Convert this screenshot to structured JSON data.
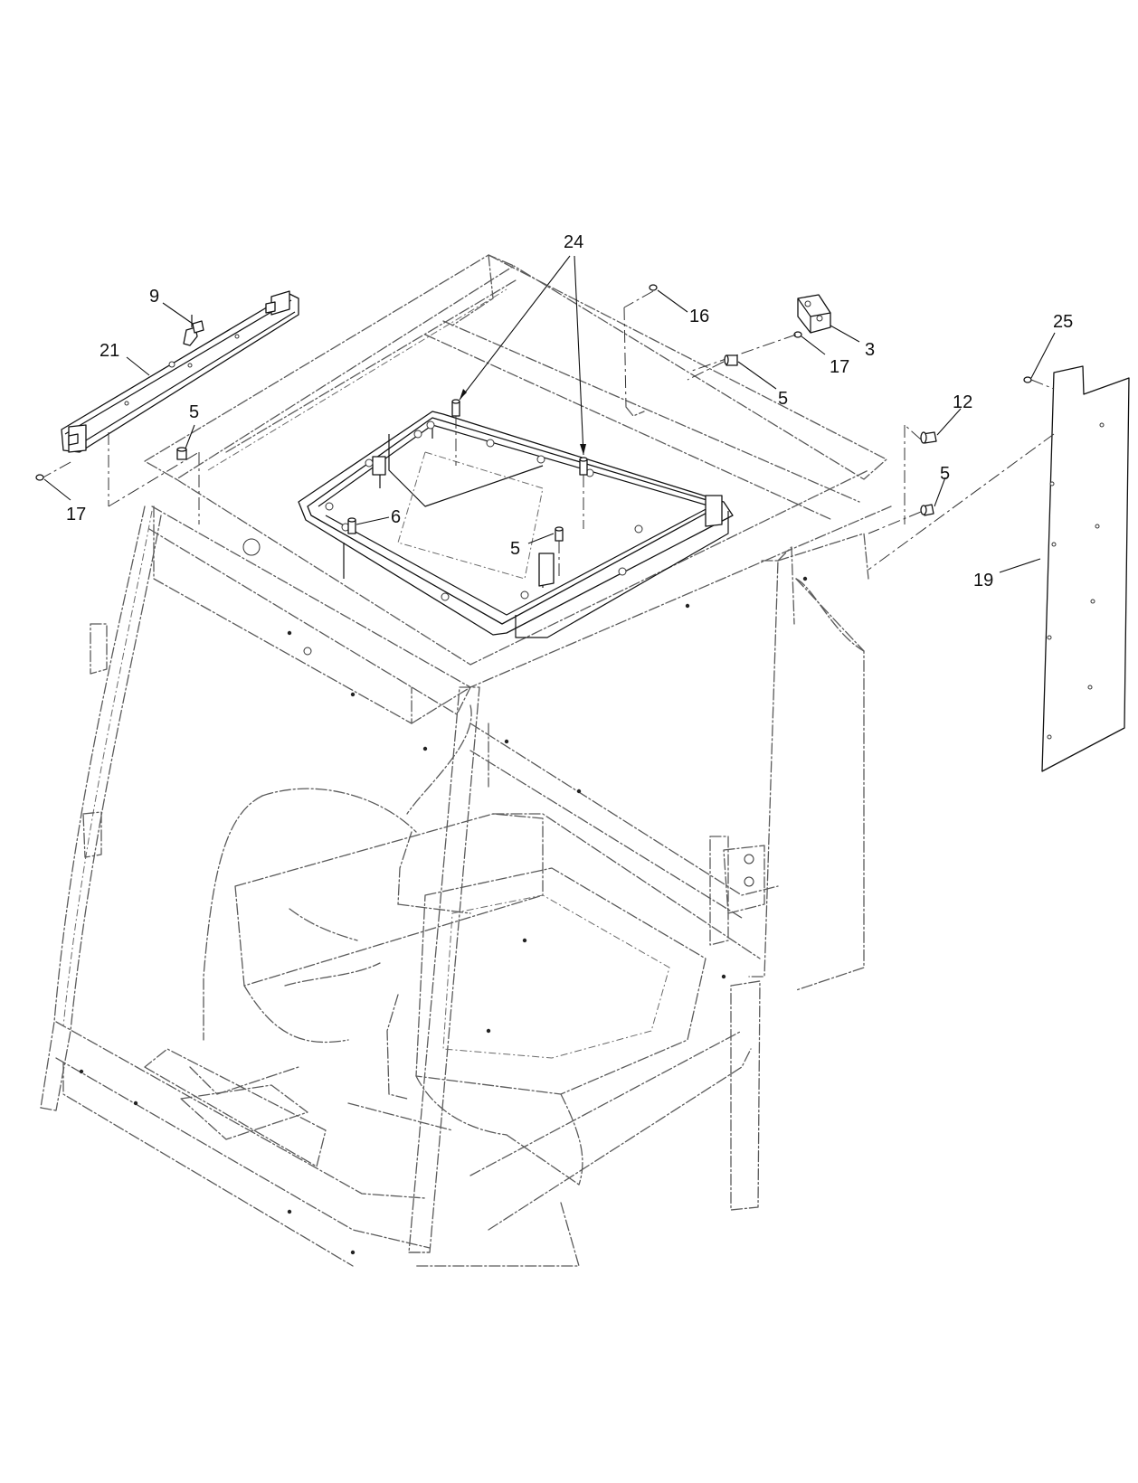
{
  "diagram": {
    "type": "exploded-parts-view",
    "callouts": {
      "c24": "24",
      "c9": "9",
      "c21": "21",
      "c5_left": "5",
      "c17_left": "17",
      "c6": "6",
      "c5_center": "5",
      "c16": "16",
      "c3": "3",
      "c17_right": "17",
      "c5_upper_right": "5",
      "c12": "12",
      "c5_right": "5",
      "c25": "25",
      "c19": "19"
    }
  }
}
